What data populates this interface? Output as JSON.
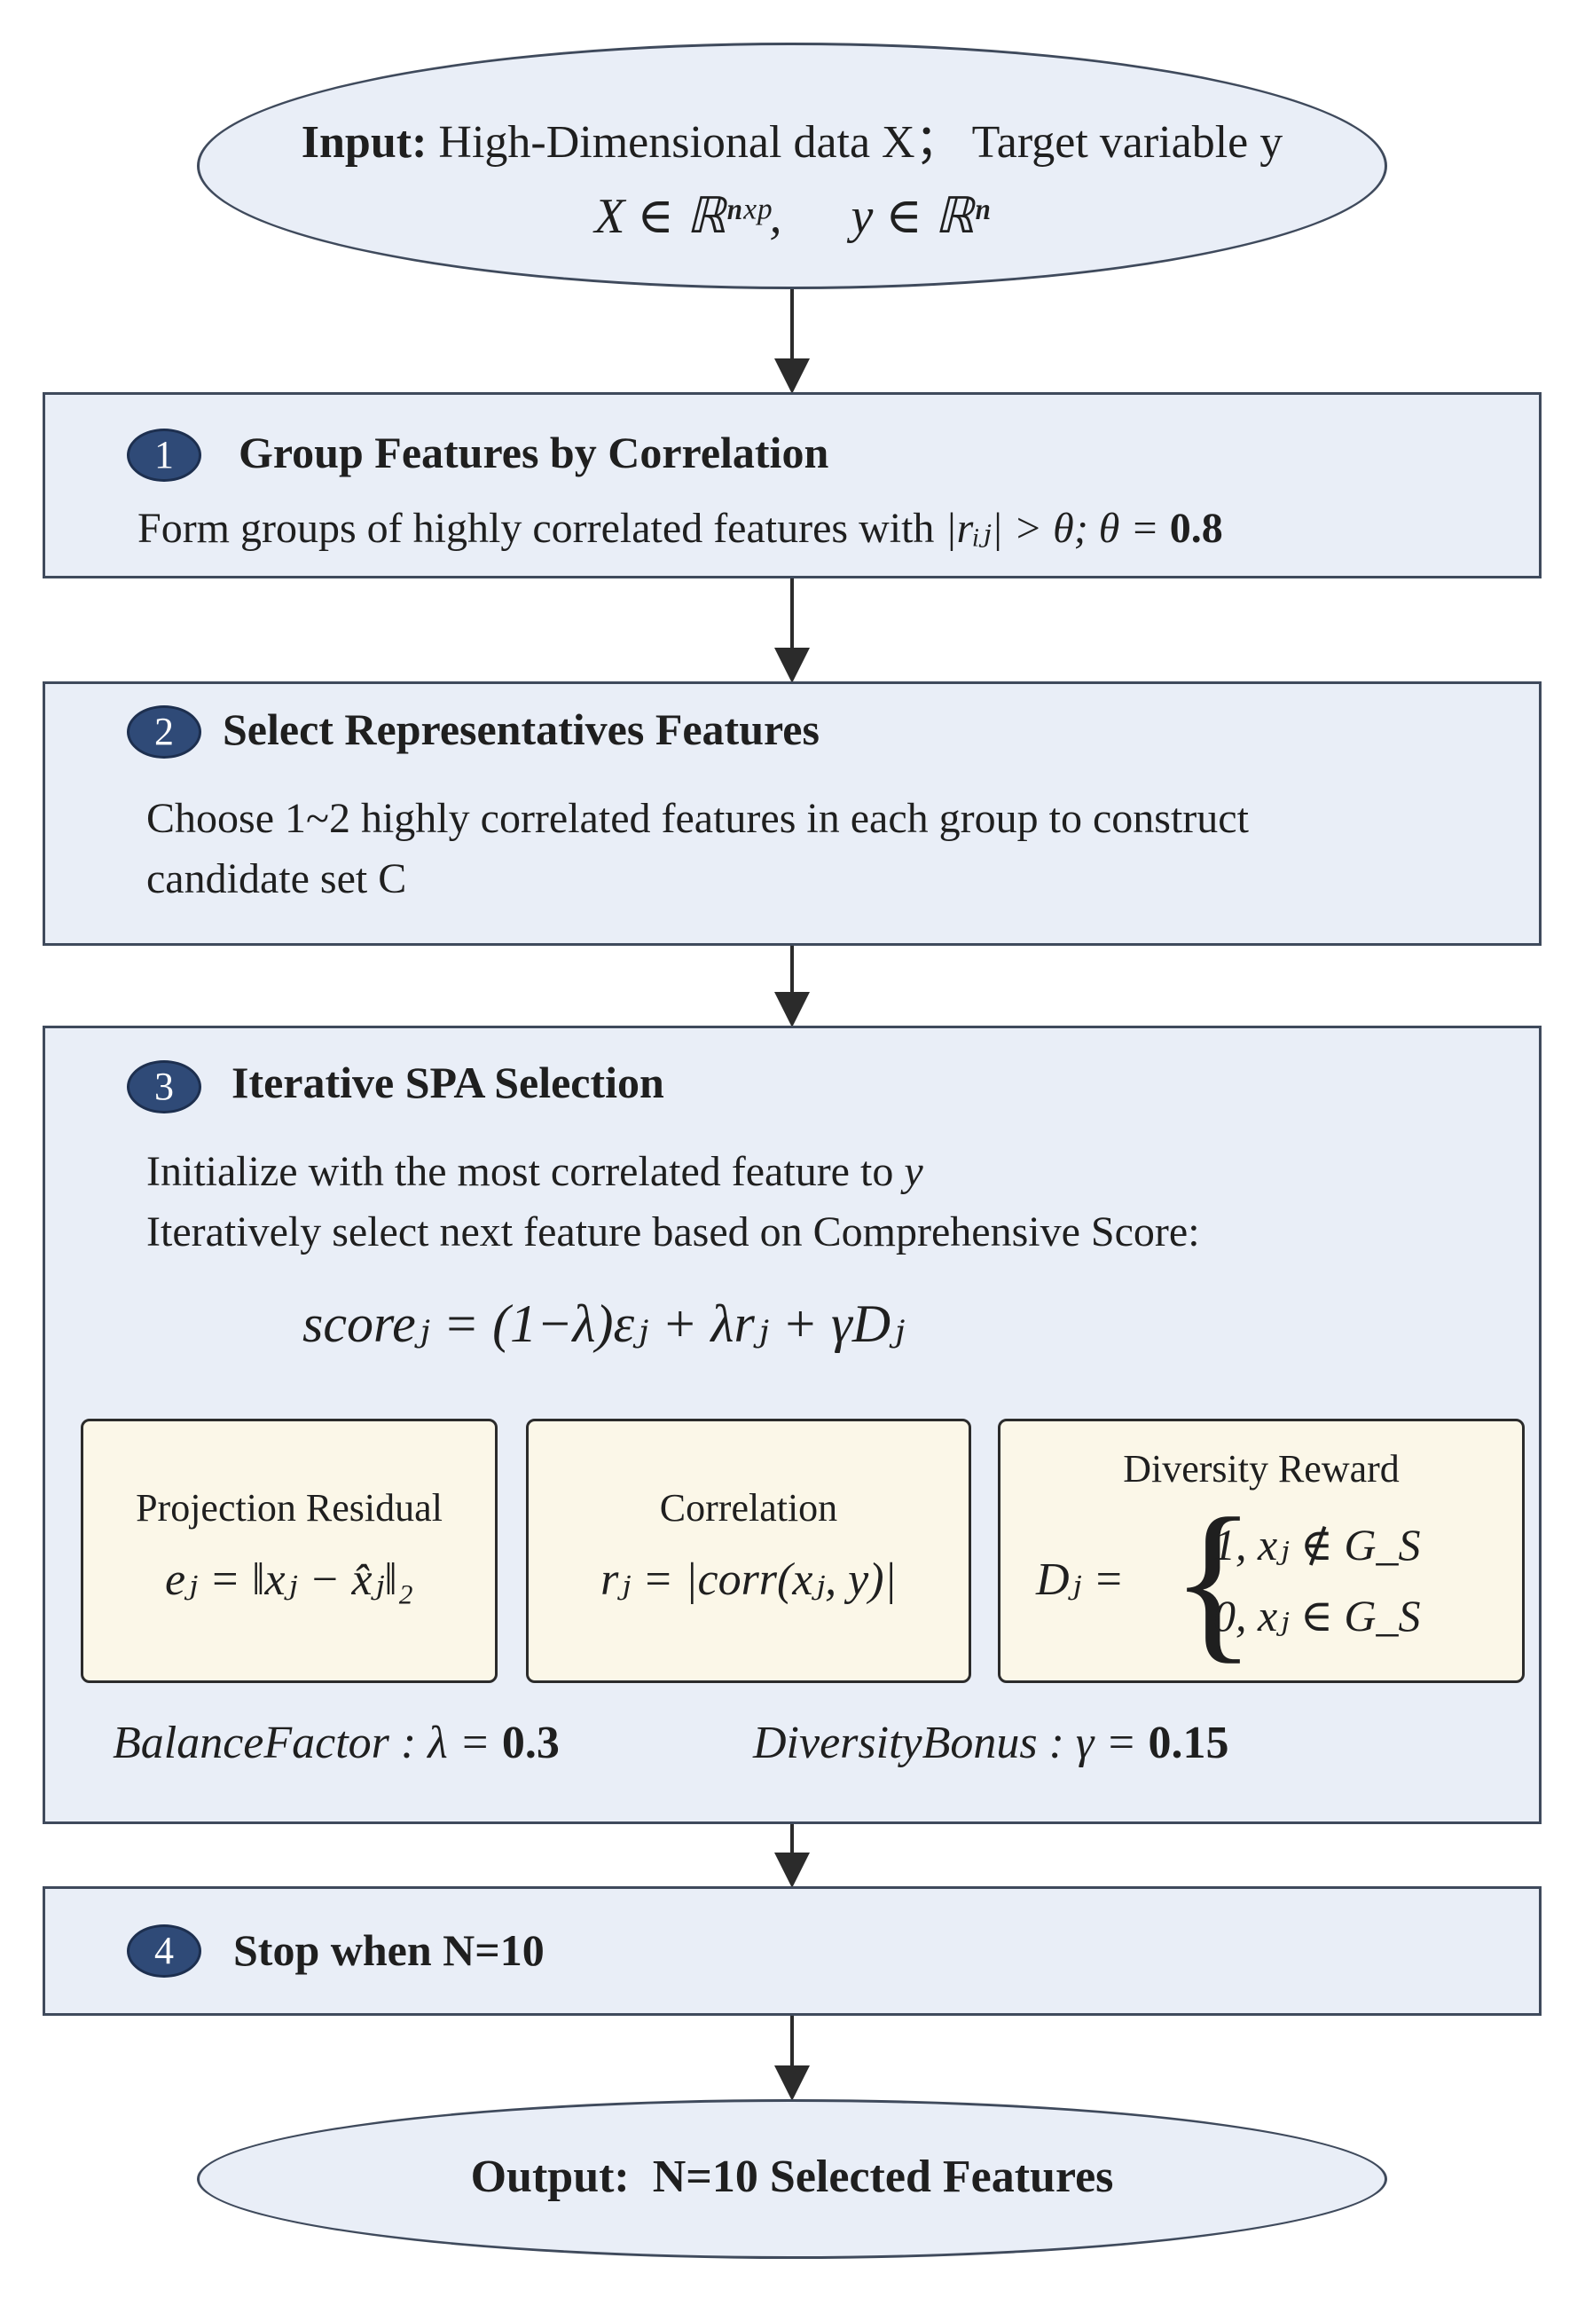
{
  "input": {
    "label": "Input:",
    "text": " High-Dimensional data X； Target variable y",
    "formula_x": "X ∈ ℝⁿˣᵖ,",
    "formula_y": "y ∈ ℝⁿ"
  },
  "steps": [
    {
      "number": "1",
      "title": "Group Features by Correlation",
      "text": "Form groups of highly correlated features with",
      "formula": "|rᵢⱼ| > θ;  θ = ",
      "formula_bold": "0.8"
    },
    {
      "number": "2",
      "title": "Select Representatives Features",
      "line1": "Choose 1~2 highly correlated features in each group to construct",
      "line2": "candidate set C"
    },
    {
      "number": "3",
      "title": "Iterative SPA Selection",
      "line1_text": "Initialize with the most correlated feature to ",
      "line1_var": "y",
      "line2": "Iteratively select next feature based on Comprehensive Score:",
      "score_formula": "scoreⱼ = (1−λ)εⱼ + λrⱼ + γDⱼ",
      "components": [
        {
          "title": "Projection Residual",
          "formula": "eⱼ = ‖xⱼ − x̂ⱼ‖₂"
        },
        {
          "title": "Correlation",
          "formula": "rⱼ = |corr(xⱼ, y)|"
        },
        {
          "title": "Diversity Reward",
          "lhs": "Dⱼ =",
          "case1": "1,   xⱼ ∉ G_S",
          "case2": "0,   xⱼ ∈ G_S"
        }
      ],
      "balance_label": "BalanceFactor : λ = ",
      "balance_value": "0.3",
      "diversity_label": "DiversityBonus : γ = ",
      "diversity_value": "0.15"
    },
    {
      "number": "4",
      "title": "Stop when N=10"
    }
  ],
  "output": {
    "label": "Output:",
    "text": "  N=10 Selected Features"
  },
  "colors": {
    "box_fill": "#e9eef7",
    "box_border": "#3f4a5c",
    "badge_fill": "#2f4a77",
    "sub_box_fill": "#fbf7e8"
  }
}
